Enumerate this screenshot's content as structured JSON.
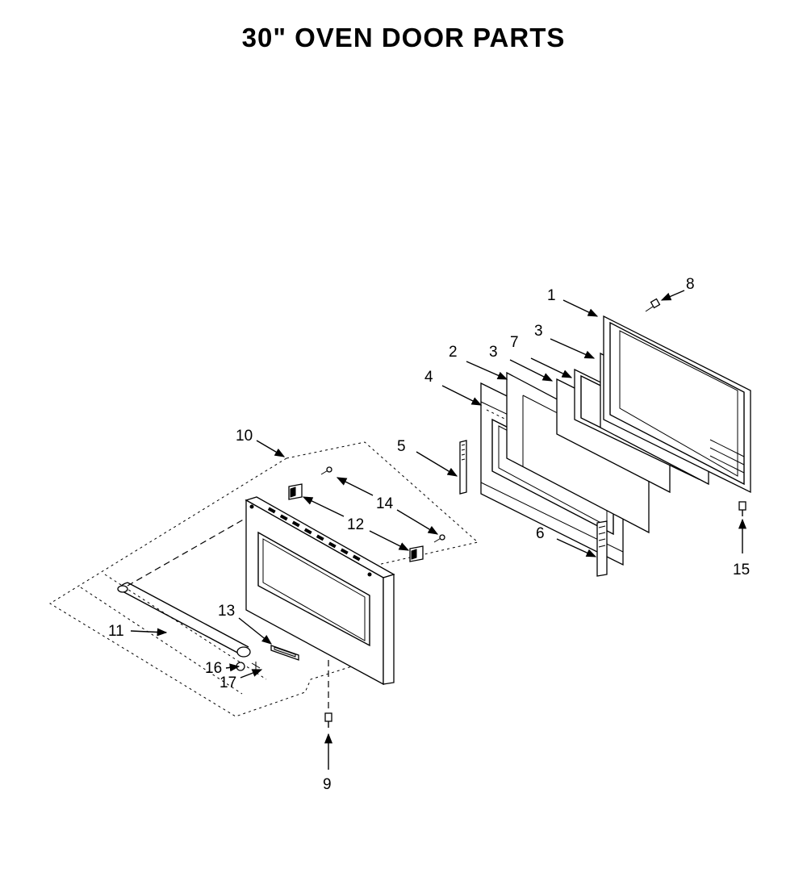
{
  "title": "30\" OVEN DOOR PARTS",
  "parts": [
    {
      "id": "p1",
      "label": "1",
      "part": "outer-door-panel"
    },
    {
      "id": "p2",
      "label": "2",
      "part": "glass-panel"
    },
    {
      "id": "p3a",
      "label": "3",
      "part": "door-glass"
    },
    {
      "id": "p3b",
      "label": "3",
      "part": "door-glass"
    },
    {
      "id": "p4",
      "label": "4",
      "part": "door-liner-frame"
    },
    {
      "id": "p5",
      "label": "5",
      "part": "hinge"
    },
    {
      "id": "p6",
      "label": "6",
      "part": "hinge"
    },
    {
      "id": "p7",
      "label": "7",
      "part": "glass-pack"
    },
    {
      "id": "p8",
      "label": "8",
      "part": "screw"
    },
    {
      "id": "p9",
      "label": "9",
      "part": "screw"
    },
    {
      "id": "p10",
      "label": "10",
      "part": "handle-assembly"
    },
    {
      "id": "p11",
      "label": "11",
      "part": "handle"
    },
    {
      "id": "p12",
      "label": "12",
      "part": "handle-bracket"
    },
    {
      "id": "p13",
      "label": "13",
      "part": "nameplate"
    },
    {
      "id": "p14",
      "label": "14",
      "part": "screw"
    },
    {
      "id": "p15",
      "label": "15",
      "part": "screw"
    },
    {
      "id": "p16",
      "label": "16",
      "part": "end-cap"
    },
    {
      "id": "p17",
      "label": "17",
      "part": "screw"
    }
  ]
}
